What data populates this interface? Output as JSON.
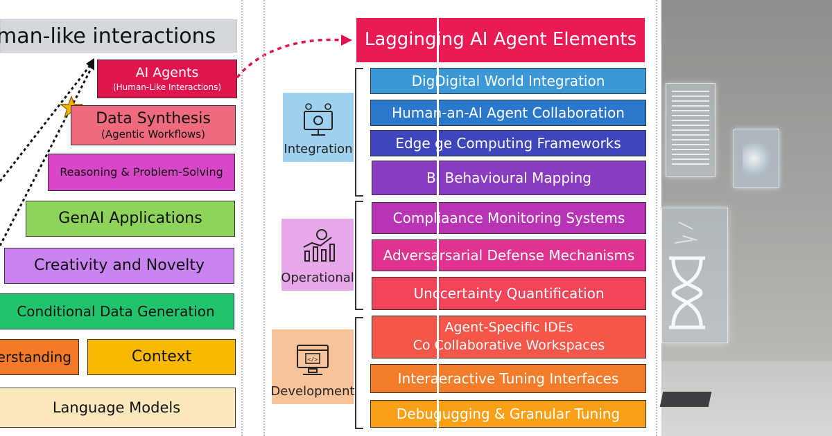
{
  "left": {
    "title": "man-like interactions",
    "layers": [
      {
        "id": "ai-agents",
        "line1": "AI Agents",
        "line2": "(Human-Like Interactions)",
        "color": "#e0154e"
      },
      {
        "id": "data-synthesis",
        "line1": "Data Synthesis",
        "line2": "(Agentic Workflows)",
        "color": "#ef6a7d"
      },
      {
        "id": "reasoning",
        "line1": "Reasoning & Problem-Solving",
        "line2": "",
        "color": "#d947c9"
      },
      {
        "id": "genai",
        "line1": "GenAI Applications",
        "line2": "",
        "color": "#8fd45a"
      },
      {
        "id": "creativity",
        "line1": "Creativity and Novelty",
        "line2": "",
        "color": "#c984f2"
      },
      {
        "id": "conditional",
        "line1": "Conditional Data Generation",
        "line2": "",
        "color": "#20c46c"
      },
      {
        "id": "understanding",
        "line1": "erstanding",
        "line2": "",
        "color": "#f47a2a"
      },
      {
        "id": "context",
        "line1": "Context",
        "line2": "",
        "color": "#fbb800"
      },
      {
        "id": "language",
        "line1": "Language Models",
        "line2": "",
        "color": "#fde7bd"
      }
    ]
  },
  "right": {
    "title": "Lagginging AI Agent Elements",
    "title_color": "#ea1a55",
    "categories": [
      {
        "id": "integration",
        "label": "Integration",
        "color": "#9fd0ee",
        "icon": "monitor-gear-icon"
      },
      {
        "id": "operational",
        "label": "Operational",
        "color": "#e7a8ea",
        "icon": "bar-chart-gear-icon"
      },
      {
        "id": "development",
        "label": "Development",
        "color": "#f9c39a",
        "icon": "code-window-icon"
      }
    ],
    "elements": [
      {
        "line1": "DigDigital World Integration",
        "line2": "",
        "color": "#3b97d6"
      },
      {
        "line1": "Human-an-AI Agent Collaboration",
        "line2": "",
        "color": "#2a77cc"
      },
      {
        "line1": "Edge ge Computing Frameworks",
        "line2": "",
        "color": "#3d46bd"
      },
      {
        "line1": "B  Behavioural Mapping",
        "line2": "",
        "color": "#8a3cc0"
      },
      {
        "line1": "Compliaance Monitoring Systems",
        "line2": "",
        "color": "#b934b5"
      },
      {
        "line1": "Adversarsarial Defense Mechanisms",
        "line2": "",
        "color": "#e0338f"
      },
      {
        "line1": "Unccertainty Quantification",
        "line2": "",
        "color": "#f2455a"
      },
      {
        "line1": "Agent-Specific IDEs",
        "line2": "Co Collaborative Workspaces",
        "color": "#f4574a"
      },
      {
        "line1": "Interaeractive Tuning Interfaces",
        "line2": "",
        "color": "#f47d2c"
      },
      {
        "line1": "Debugugging & Granular Tuning",
        "line2": "",
        "color": "#f9a016"
      }
    ]
  },
  "colors": {
    "arrow": "#e0154e",
    "star": "#f6b400",
    "photo_bg": "#9a9b98"
  }
}
